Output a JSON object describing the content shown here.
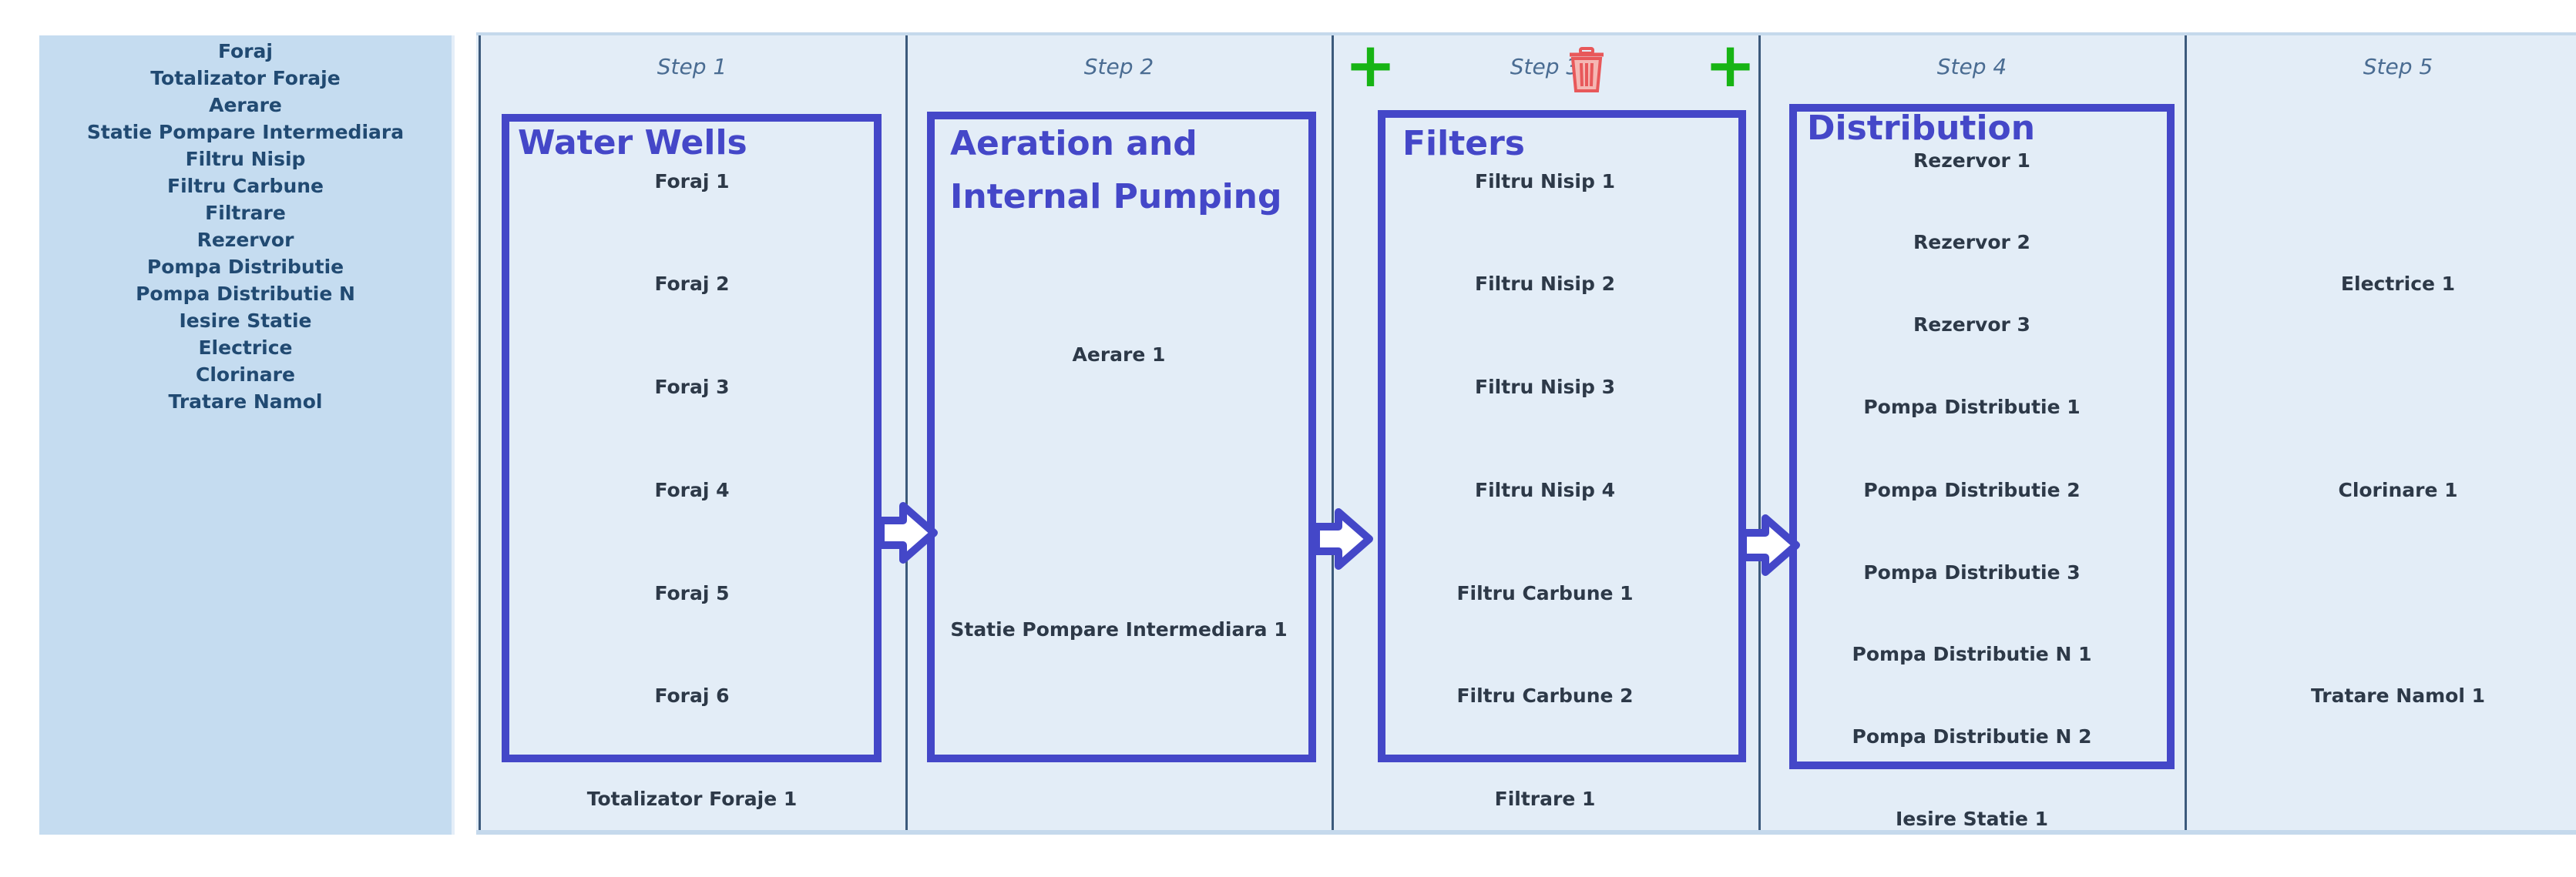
{
  "palette": {
    "items": [
      "Foraj",
      "Totalizator Foraje",
      "Aerare",
      "Statie Pompare Intermediara",
      "Filtru Nisip",
      "Filtru Carbune",
      "Filtrare",
      "Rezervor",
      "Pompa Distributie",
      "Pompa Distributie N",
      "Iesire Statie",
      "Electrice",
      "Clorinare",
      "Tratare Namol"
    ]
  },
  "steps": [
    {
      "title": "Step 1",
      "group": "Water Wells",
      "nodes": [
        "Foraj 1",
        "Foraj 2",
        "Foraj 3",
        "Foraj 4",
        "Foraj 5",
        "Foraj 6"
      ],
      "footer": "Totalizator Foraje 1"
    },
    {
      "title": "Step 2",
      "group_line1": "Aeration and",
      "group_line2": "Internal Pumping",
      "nodes": [
        "Aerare 1",
        "Statie Pompare Intermediara 1"
      ]
    },
    {
      "title": "Step 3",
      "group": "Filters",
      "nodes": [
        "Filtru Nisip 1",
        "Filtru Nisip 2",
        "Filtru Nisip 3",
        "Filtru Nisip 4",
        "Filtru Carbune 1",
        "Filtru Carbune 2"
      ],
      "footer": "Filtrare 1"
    },
    {
      "title": "Step 4",
      "group": "Distribution",
      "nodes": [
        "Rezervor 1",
        "Rezervor 2",
        "Rezervor 3",
        "Pompa Distributie 1",
        "Pompa Distributie 2",
        "Pompa Distributie 3",
        "Pompa Distributie N 1",
        "Pompa Distributie N 2"
      ],
      "footer": "Iesire Statie 1"
    },
    {
      "title": "Step 5",
      "nodes": [
        "Electrice 1",
        "Clorinare 1",
        "Tratare Namol 1"
      ]
    }
  ],
  "toolbar": {
    "add_icon": "plus-icon",
    "delete_icon": "trash-icon",
    "plus_glyph": "+"
  },
  "colors": {
    "group_border": "#4447c8",
    "add": "#17b414",
    "delete": "#e8585a",
    "panel": "#c5dcf0",
    "canvas": "#e3edf7"
  }
}
